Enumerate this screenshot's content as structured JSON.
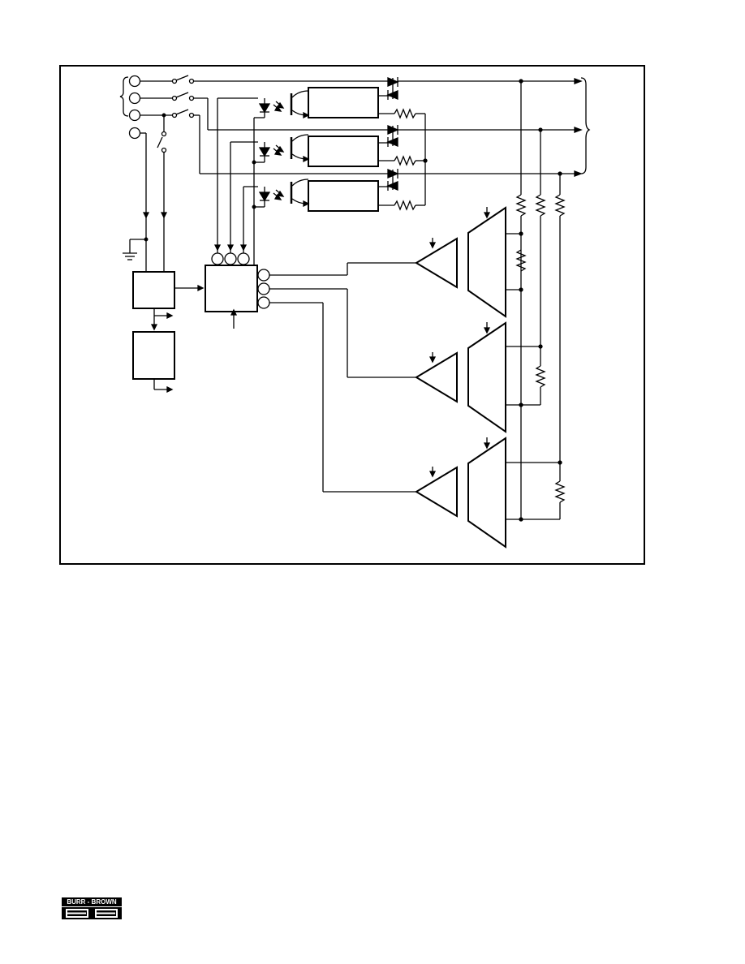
{
  "figure": {
    "type": "block-diagram",
    "description_visible_text": "none"
  },
  "footer": {
    "logo_text": "BURR - BROWN",
    "logo_mark": "BB"
  },
  "colors": {
    "line": "#000000",
    "background": "#ffffff"
  }
}
